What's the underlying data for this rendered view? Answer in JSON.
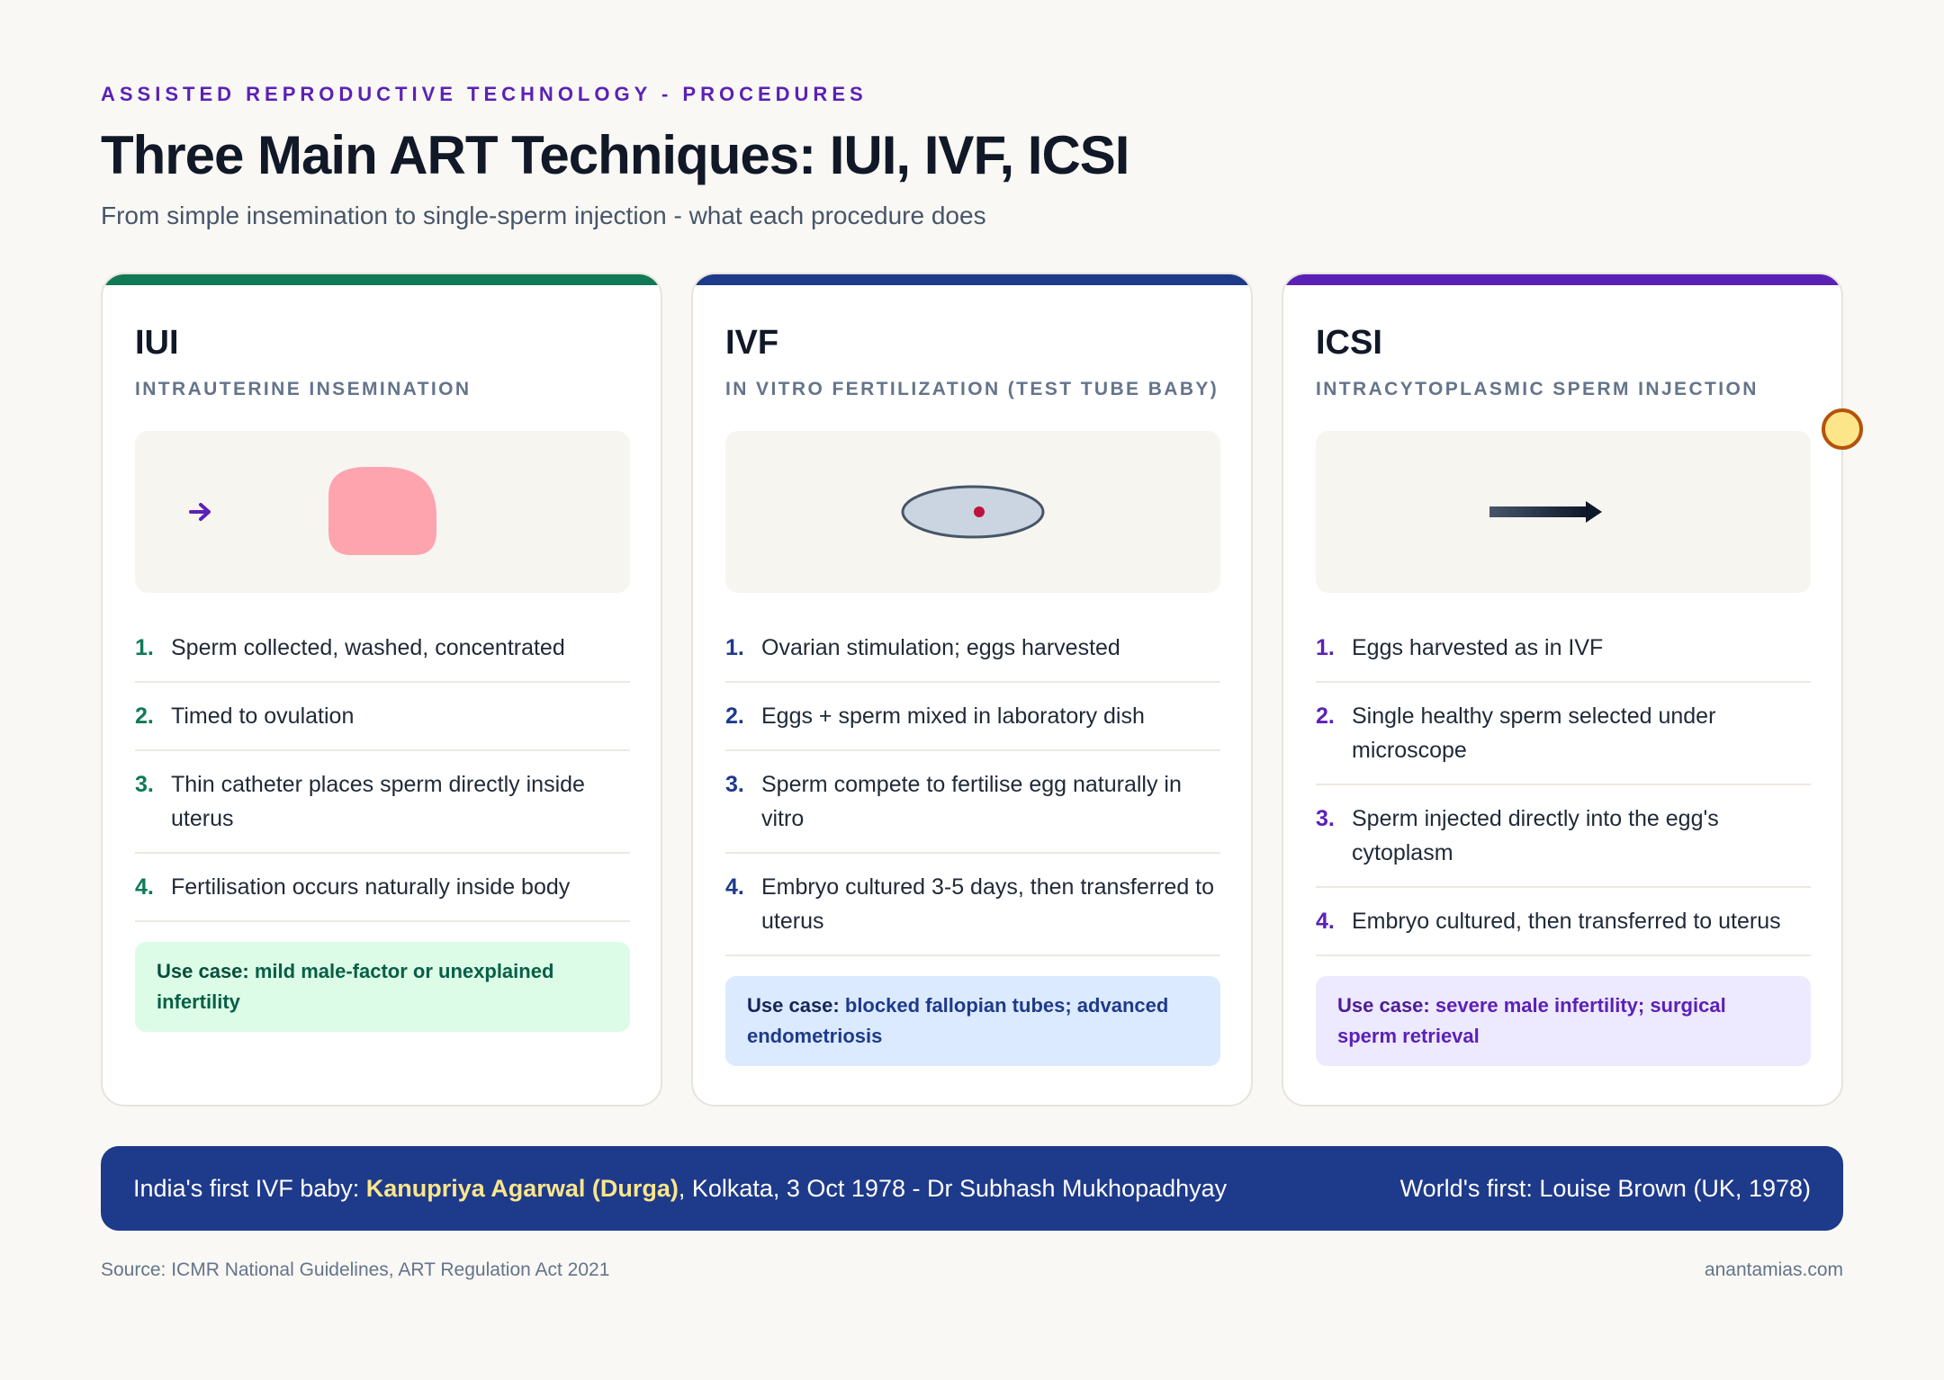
{
  "header": {
    "eyebrow": "ASSISTED REPRODUCTIVE TECHNOLOGY - PROCEDURES",
    "title": "Three Main ART Techniques: IUI, IVF, ICSI",
    "subtitle": "From simple insemination to single-sperm injection - what each procedure does"
  },
  "cards": [
    {
      "name": "IUI",
      "full_name": "INTRAUTERINE INSEMINATION",
      "accent": "#0f7a55",
      "icon": "uterus-insemination-icon",
      "steps": [
        {
          "num": "1.",
          "text": "Sperm collected, washed, concentrated"
        },
        {
          "num": "2.",
          "text": "Timed to ovulation"
        },
        {
          "num": "3.",
          "text": "Thin catheter places sperm directly inside uterus"
        },
        {
          "num": "4.",
          "text": "Fertilisation occurs naturally inside body"
        }
      ],
      "use_case_label": "Use case:",
      "use_case": "mild male-factor or unexplained infertility",
      "use_case_bg": "#dcfce7"
    },
    {
      "name": "IVF",
      "full_name": "IN VITRO FERTILIZATION (TEST TUBE BABY)",
      "accent": "#1e3a8a",
      "icon": "petri-dish-icon",
      "steps": [
        {
          "num": "1.",
          "text": "Ovarian stimulation; eggs harvested"
        },
        {
          "num": "2.",
          "text": "Eggs + sperm mixed in laboratory dish"
        },
        {
          "num": "3.",
          "text": "Sperm compete to fertilise egg naturally in vitro"
        },
        {
          "num": "4.",
          "text": "Embryo cultured 3-5 days, then transferred to uterus"
        }
      ],
      "use_case_label": "Use case:",
      "use_case": "blocked fallopian tubes; advanced endometriosis",
      "use_case_bg": "#dbeafe"
    },
    {
      "name": "ICSI",
      "full_name": "INTRACYTOPLASMIC SPERM INJECTION",
      "accent": "#5b21b6",
      "icon": "injection-needle-icon",
      "steps": [
        {
          "num": "1.",
          "text": "Eggs harvested as in IVF"
        },
        {
          "num": "2.",
          "text": "Single healthy sperm selected under microscope"
        },
        {
          "num": "3.",
          "text": "Sperm injected directly into the egg's cytoplasm"
        },
        {
          "num": "4.",
          "text": "Embryo cultured, then transferred to uterus"
        }
      ],
      "use_case_label": "Use case:",
      "use_case": "severe male infertility; surgical sperm retrieval",
      "use_case_bg": "#ede9fe"
    }
  ],
  "banner": {
    "prefix": "India's first IVF baby: ",
    "highlight": "Kanupriya Agarwal (Durga)",
    "suffix": ", Kolkata, 3 Oct 1978 - Dr Subhash Mukhopadhyay",
    "right": "World's first: Louise Brown (UK, 1978)"
  },
  "footer": {
    "source": "Source: ICMR National Guidelines, ART Regulation Act 2021",
    "site": "anantamias.com"
  }
}
